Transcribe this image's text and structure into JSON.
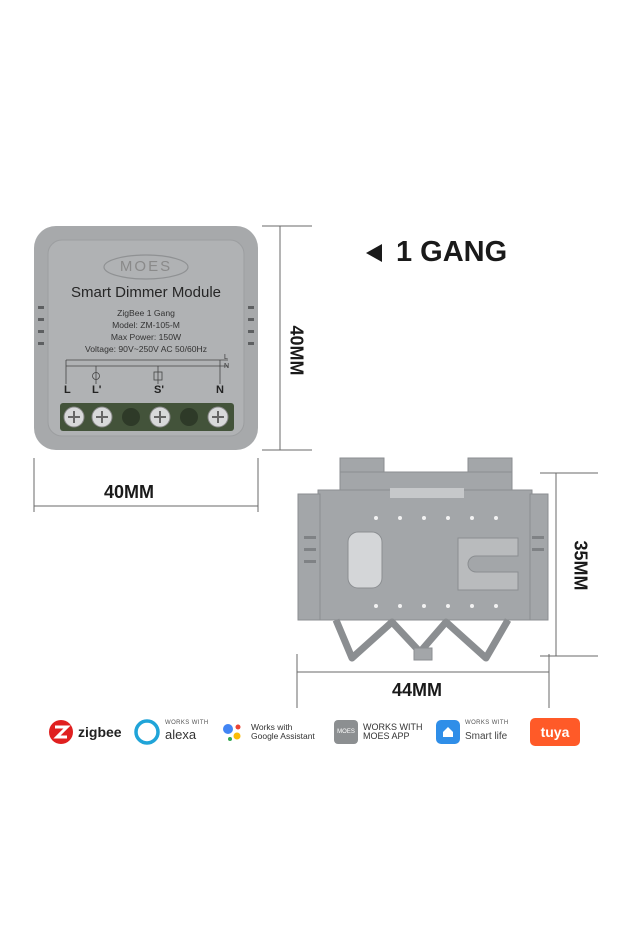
{
  "gang_label": "1 GANG",
  "device": {
    "brand": "MOES",
    "title": "Smart Dimmer Module",
    "specs": [
      "ZigBee 1 Gang",
      "Model: ZM-105-M",
      "Max Power: 150W",
      "Voltage: 90V~250V AC 50/60Hz"
    ],
    "terminals": [
      "L",
      "L'",
      "S'",
      "N"
    ],
    "wire_labels": [
      "L",
      "N"
    ]
  },
  "dimensions": {
    "module_width": "40MM",
    "module_height": "40MM",
    "bracket_width": "44MM",
    "bracket_height": "35MM"
  },
  "logos": {
    "zigbee": "zigbee",
    "alexa": {
      "small": "WORKS WITH",
      "big": "alexa"
    },
    "google": {
      "line1": "Works with",
      "line2": "Google Assistant"
    },
    "moes": {
      "line1": "WORKS WITH",
      "line2": "MOES APP",
      "icon_text": "MOES"
    },
    "smartlife": {
      "small": "WORKS WITH",
      "big": "Smart life"
    },
    "tuya": "tuya"
  },
  "colors": {
    "device_body": "#a7a9ab",
    "terminal_block": "#43533a",
    "tuya_orange": "#ff5a28",
    "alexa_blue": "#20a4d8"
  }
}
